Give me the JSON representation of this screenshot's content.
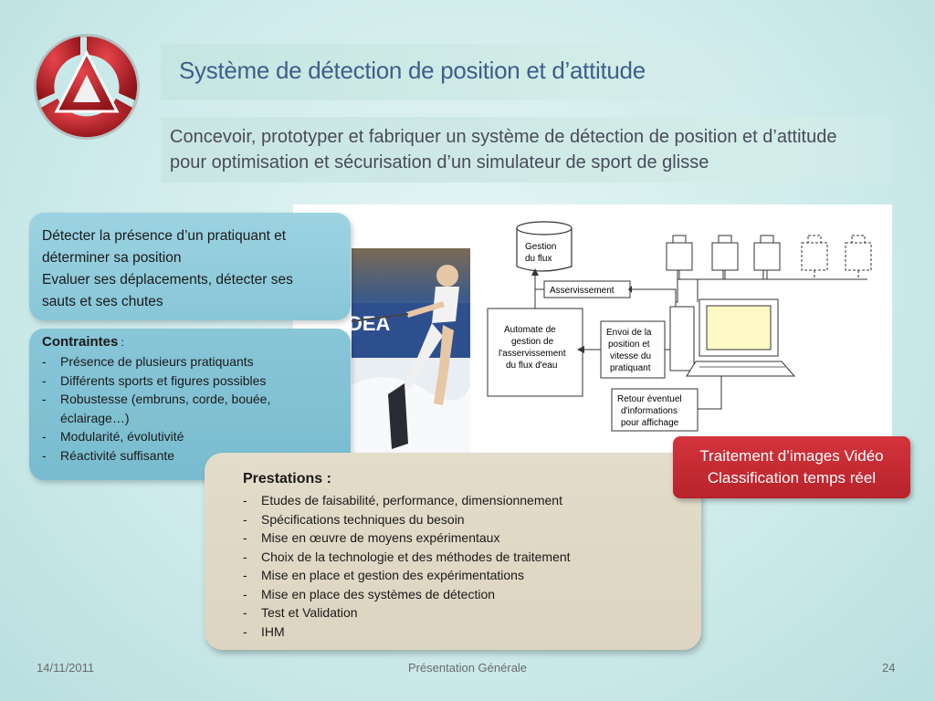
{
  "slide": {
    "title": "Système de détection de position et d’attitude",
    "subtitle_line1": "Concevoir, prototyper et fabriquer un système de détection de position et d’attitude",
    "subtitle_line2": "pour optimisation et sécurisation d’un simulateur de sport de glisse"
  },
  "detect": {
    "line1": "Détecter la présence d’un pratiquant et",
    "line2": "déterminer sa position",
    "line3": "Evaluer ses déplacements, détecter ses",
    "line4": "sauts et ses chutes"
  },
  "contraintes": {
    "heading": "Contraintes",
    "colon": " :",
    "items": [
      "Présence de plusieurs pratiquants",
      "Différents sports et figures possibles",
      "Robustesse (embruns, corde, bouée, éclairage…)",
      "Modularité, évolutivité",
      "Réactivité  suffisante"
    ]
  },
  "prestations": {
    "heading": "Prestations :",
    "items": [
      "Etudes de faisabilité, performance, dimensionnement",
      "Spécifications techniques du besoin",
      "Mise en œuvre de moyens expérimentaux",
      "Choix de la technologie et des méthodes de traitement",
      "Mise en place et gestion des expérimentations",
      "Mise en place des systèmes de détection",
      "Test et Validation",
      "IHM"
    ]
  },
  "highlight": {
    "line1": "Traitement d’images Vidéo",
    "line2": "Classification temps réel"
  },
  "diagram": {
    "gestion1": "Gestion",
    "gestion2": "du flux",
    "asserv": "Asservissement",
    "auto1": "Automate de",
    "auto2": "gestion de",
    "auto3": "l'asservissement",
    "auto4": "du flux d'eau",
    "envoi1": "Envoi de la",
    "envoi2": "position et",
    "envoi3": "vitesse du",
    "envoi4": "pratiquant",
    "retour1": "Retour éventuel",
    "retour2": "d'informations",
    "retour3": "pour affichage"
  },
  "photo": {
    "banner_text": "DEA"
  },
  "footer": {
    "date": "14/11/2011",
    "center": "Présentation Générale",
    "page": "24"
  },
  "colors": {
    "title": "#3d5f8a",
    "accent_red": "#c0272d",
    "box_blue": "#8ccbdc",
    "box_beige": "#e0d9c6"
  }
}
